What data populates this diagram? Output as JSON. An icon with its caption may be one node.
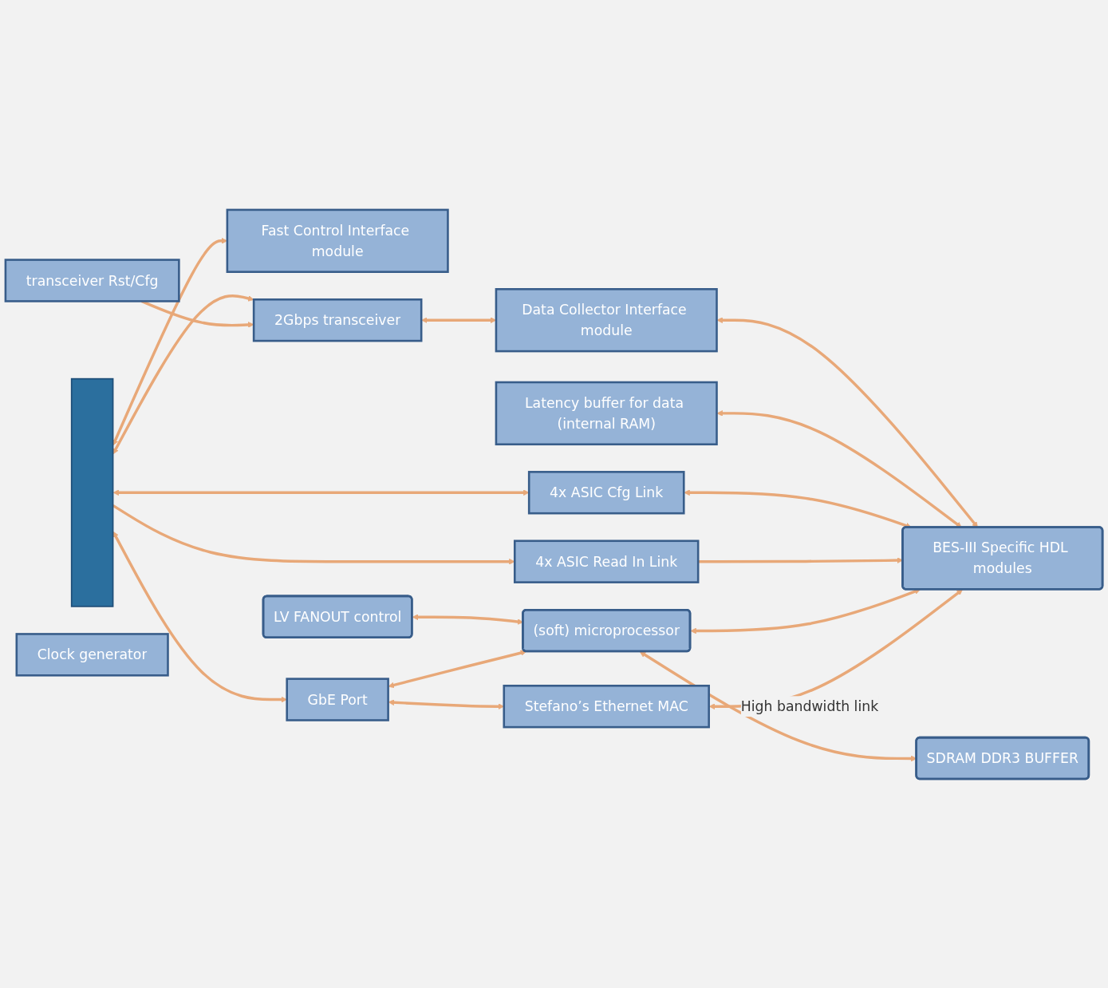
{
  "diagram": {
    "nodes": [
      {
        "text": [],
        "shape": "bar"
      },
      {
        "text": [
          "Fast Control Interface module"
        ]
      },
      {
        "text": [
          "2Gbps transceiver"
        ]
      },
      {
        "text": [
          "Data Collector Interface module"
        ]
      },
      {
        "text": [
          "Clock generator"
        ]
      },
      {
        "text": [
          "transceiver Rst/Cfg"
        ]
      },
      {
        "text": [
          "LV FANOUT control"
        ]
      },
      {
        "text": [
          "Latency buffer for data (internal RAM)"
        ]
      },
      {
        "text": [
          "4x ASIC Cfg Link"
        ]
      },
      {
        "text": [
          "4x ASIC Read In Link"
        ]
      },
      {
        "text": [
          "GbE Port"
        ]
      },
      {
        "text": [
          "(soft) microprocessor"
        ]
      },
      {
        "text": [
          "BES-III Specific HDL modules"
        ]
      },
      {
        "text": [
          "SDRAM DDR3 BUFFER"
        ]
      },
      {
        "text": [
          "Stefano’s Ethernet MAC"
        ]
      }
    ],
    "edges": [
      {
        "from": 0,
        "to": 1,
        "arrow": "both"
      },
      {
        "from": 0,
        "to": 2,
        "arrow": "both"
      },
      {
        "from": 2,
        "to": 3,
        "arrow": "both"
      },
      {
        "from": 5,
        "to": 2,
        "arrow": "to"
      },
      {
        "from": 3,
        "to": 12,
        "arrow": "both"
      },
      {
        "from": 7,
        "to": 12,
        "arrow": "both"
      },
      {
        "from": 0,
        "to": 8,
        "arrow": "both"
      },
      {
        "from": 8,
        "to": 12,
        "arrow": "both"
      },
      {
        "from": 0,
        "to": 9,
        "arrow": "to"
      },
      {
        "from": 9,
        "to": 12,
        "arrow": "to"
      },
      {
        "from": 6,
        "to": 11,
        "arrow": "both"
      },
      {
        "from": 0,
        "to": 10,
        "arrow": "both"
      },
      {
        "from": 10,
        "to": 11,
        "arrow": "both"
      },
      {
        "from": 11,
        "to": 12,
        "arrow": "both"
      },
      {
        "from": 11,
        "to": 13,
        "arrow": "both"
      },
      {
        "from": 10,
        "to": 14,
        "arrow": "both"
      },
      {
        "from": 14,
        "to": 12,
        "arrow": "both",
        "label": "High bandwidth link"
      }
    ]
  }
}
